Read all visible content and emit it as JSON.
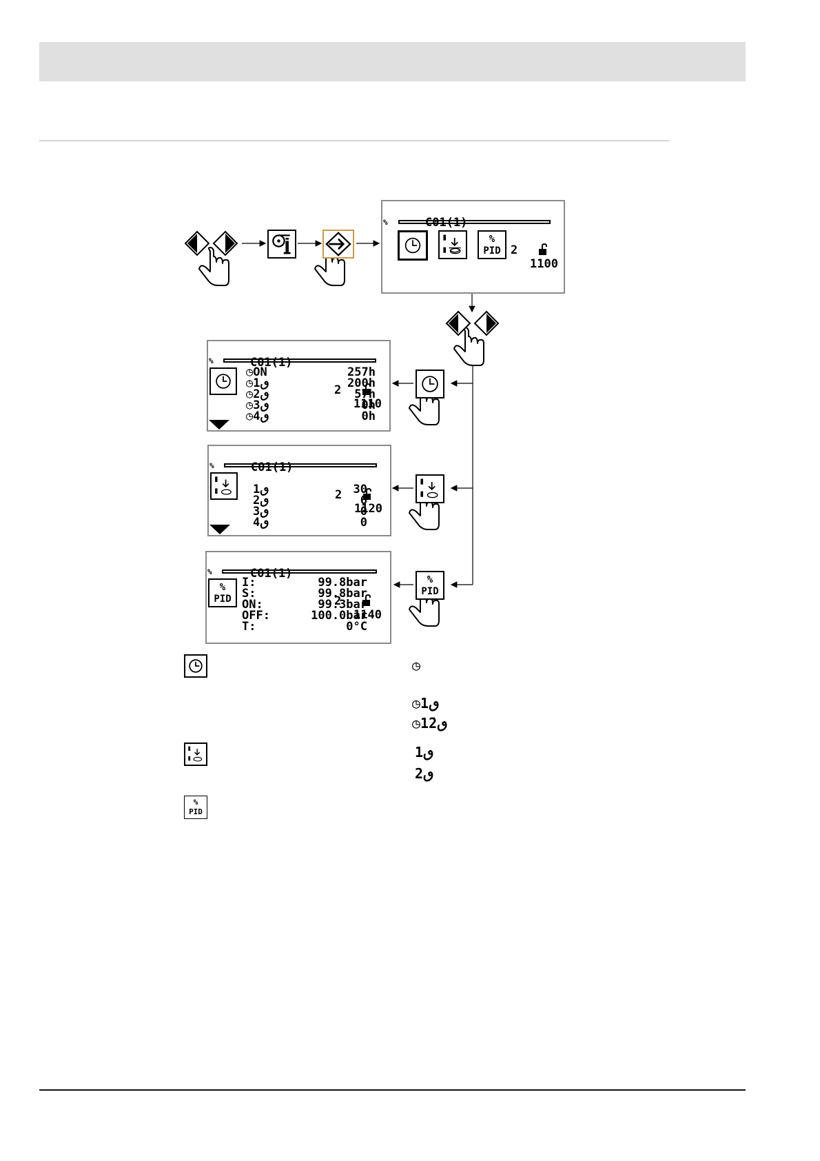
{
  "screens": {
    "main": {
      "code": "C01(1)",
      "level": "2",
      "id": "1100"
    },
    "hours": {
      "code": "C01(1)",
      "level": "2",
      "id": "1110",
      "rows": [
        {
          "label": "ON",
          "value": "257h"
        },
        {
          "label": "1",
          "value": "200h"
        },
        {
          "label": "2",
          "value": "57h"
        },
        {
          "label": "3",
          "value": "0h"
        },
        {
          "label": "4",
          "value": "0h"
        }
      ]
    },
    "starts": {
      "code": "C01(1)",
      "level": "2",
      "id": "1120",
      "rows": [
        {
          "label": "1",
          "value": "30"
        },
        {
          "label": "2",
          "value": "6"
        },
        {
          "label": "3",
          "value": "0"
        },
        {
          "label": "4",
          "value": "0"
        }
      ]
    },
    "pid": {
      "code": "C01(1)",
      "level": "2",
      "id": "1140",
      "rows": [
        {
          "label": "I:",
          "value": "99.8bar"
        },
        {
          "label": "S:",
          "value": "99.8bar"
        },
        {
          "label": "ON:",
          "value": "99.3bar"
        },
        {
          "label": "OFF:",
          "value": "100.0bar"
        },
        {
          "label": "T:",
          "value": "0°C"
        }
      ]
    }
  },
  "icons": {
    "percent": "%",
    "pid_percent": "%",
    "pid": "PID",
    "names": [
      "arrow-keys-icon",
      "compressor-info-icon",
      "enter-icon",
      "clock-icon",
      "starts-counter-icon",
      "pid-icon",
      "lock-icon",
      "hand-icon",
      "flame-icon"
    ]
  },
  "legend": {
    "sym1": "1",
    "sym2": "1",
    "sym3": "2",
    "sym4": "1",
    "sym5": "2"
  },
  "colors": {
    "enter_icon_border": "#c89a4a",
    "header_bar": "#e0e0e0"
  }
}
